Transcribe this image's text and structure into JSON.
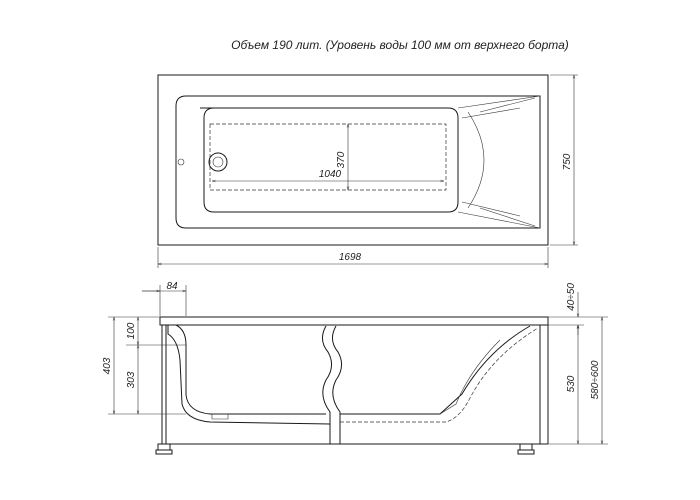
{
  "title": "Объем 190 лит. (Уровень воды 100 мм от верхнего борта)",
  "top_view": {
    "dim_length": "1698",
    "dim_width": "750",
    "dim_inner_length": "1040",
    "dim_inner_width": "370"
  },
  "side_view": {
    "dim_rim_width": "84",
    "dim_rim_depth": "100",
    "dim_total_height": "403",
    "dim_inner_depth": "303",
    "dim_rim_thickness": "40÷50",
    "dim_height_530": "530",
    "dim_height_range": "580÷600"
  }
}
